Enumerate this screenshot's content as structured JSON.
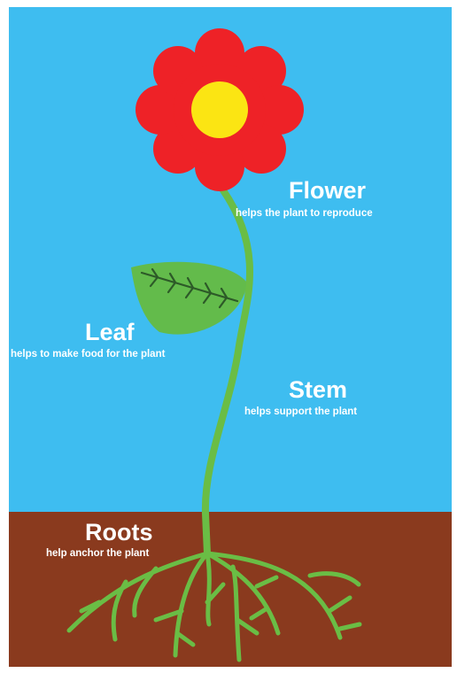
{
  "labels": {
    "flower": {
      "title": "Flower",
      "description": "helps the plant to reproduce"
    },
    "leaf": {
      "title": "Leaf",
      "description": "helps to make food for the plant"
    },
    "stem": {
      "title": "Stem",
      "description": "helps support the plant"
    },
    "roots": {
      "title": "Roots",
      "description": "help anchor the plant"
    }
  },
  "colors": {
    "sky": "#3ebdf0",
    "soil": "#8a3a1e",
    "petal": "#ee2227",
    "center": "#fbe513",
    "plant_green": "#6abd45",
    "leaf_green": "#63bb4b",
    "leaf_vein": "#2d5a28",
    "text": "#ffffff"
  }
}
